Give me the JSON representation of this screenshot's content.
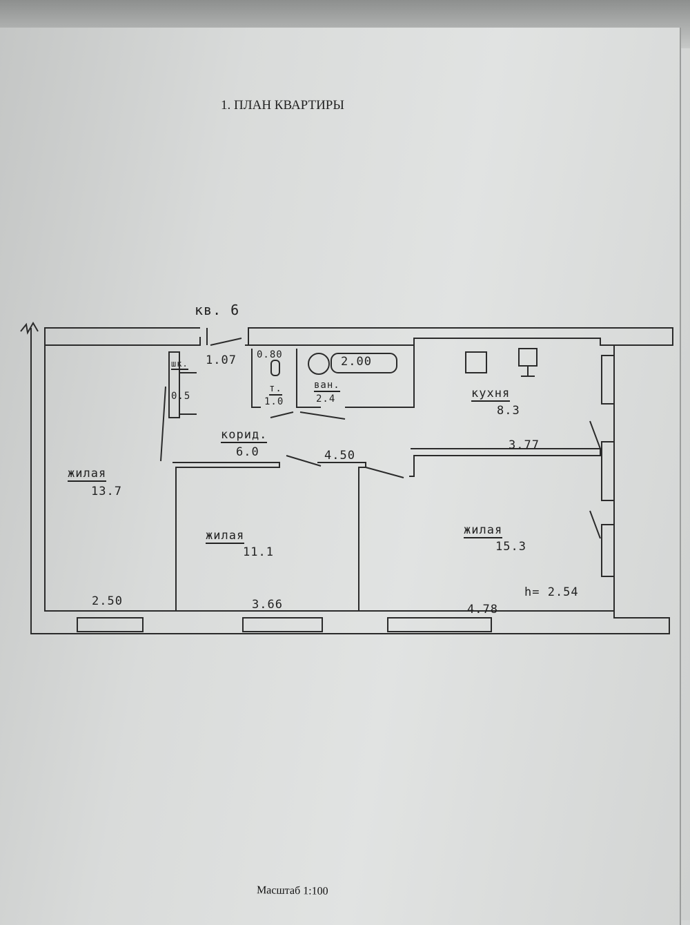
{
  "document": {
    "title": "1. ПЛАН КВАРТИРЫ",
    "scale": "Масштаб 1:100",
    "apartment": "кв. 6",
    "ceiling_height": "h= 2.54"
  },
  "rooms": [
    {
      "name": "жилая",
      "area": "13.7"
    },
    {
      "name": "жилая",
      "area": "11.1"
    },
    {
      "name": "жилая",
      "area": "15.3"
    },
    {
      "name": "кухня",
      "area": "8.3"
    },
    {
      "name": "корид.",
      "area": "6.0"
    },
    {
      "name": "ван.",
      "area": "2.4"
    },
    {
      "name": "т.",
      "area": "1.0"
    },
    {
      "name": "шк.",
      "area": "0.5"
    }
  ],
  "dimensions": [
    "1.07",
    "0.80",
    "2.00",
    "4.50",
    "3.77",
    "2.50",
    "3.66",
    "4.78"
  ]
}
